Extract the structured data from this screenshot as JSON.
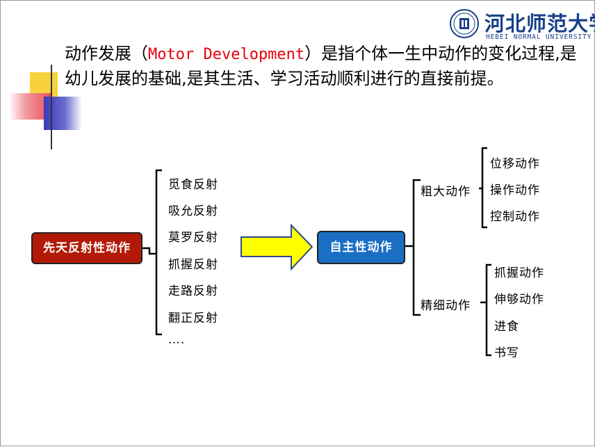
{
  "intro": {
    "text_before": "动作发展（",
    "text_en": "Motor Development",
    "text_after": "）是指个体一生中动作的变化过程,是幼儿发展的基础,是其生活、学习活动顺利进行的直接前提。"
  },
  "logo": {
    "name_cn": "河北师范大学",
    "name_en": "HEBEI NORMAL UNIVERSITY"
  },
  "diagram": {
    "innate_label": "先天反射性动作",
    "reflexes": [
      "觅食反射",
      "吸允反射",
      "莫罗反射",
      "抓握反射",
      "走路反射",
      "翻正反射",
      "…."
    ],
    "voluntary_label": "自主性动作",
    "gross": {
      "label": "粗大动作",
      "items": [
        "位移动作",
        "操作动作",
        "控制动作"
      ]
    },
    "fine": {
      "label": "精细动作",
      "items": [
        "抓握动作",
        "伸够动作",
        "进食",
        "书写"
      ]
    },
    "colors": {
      "innate_box": "#b21a07",
      "voluntary_box": "#1a6fc4",
      "arrow_fill": "#ffff00",
      "arrow_stroke": "#2f4a8a",
      "highlight_text": "#e8000c"
    }
  }
}
